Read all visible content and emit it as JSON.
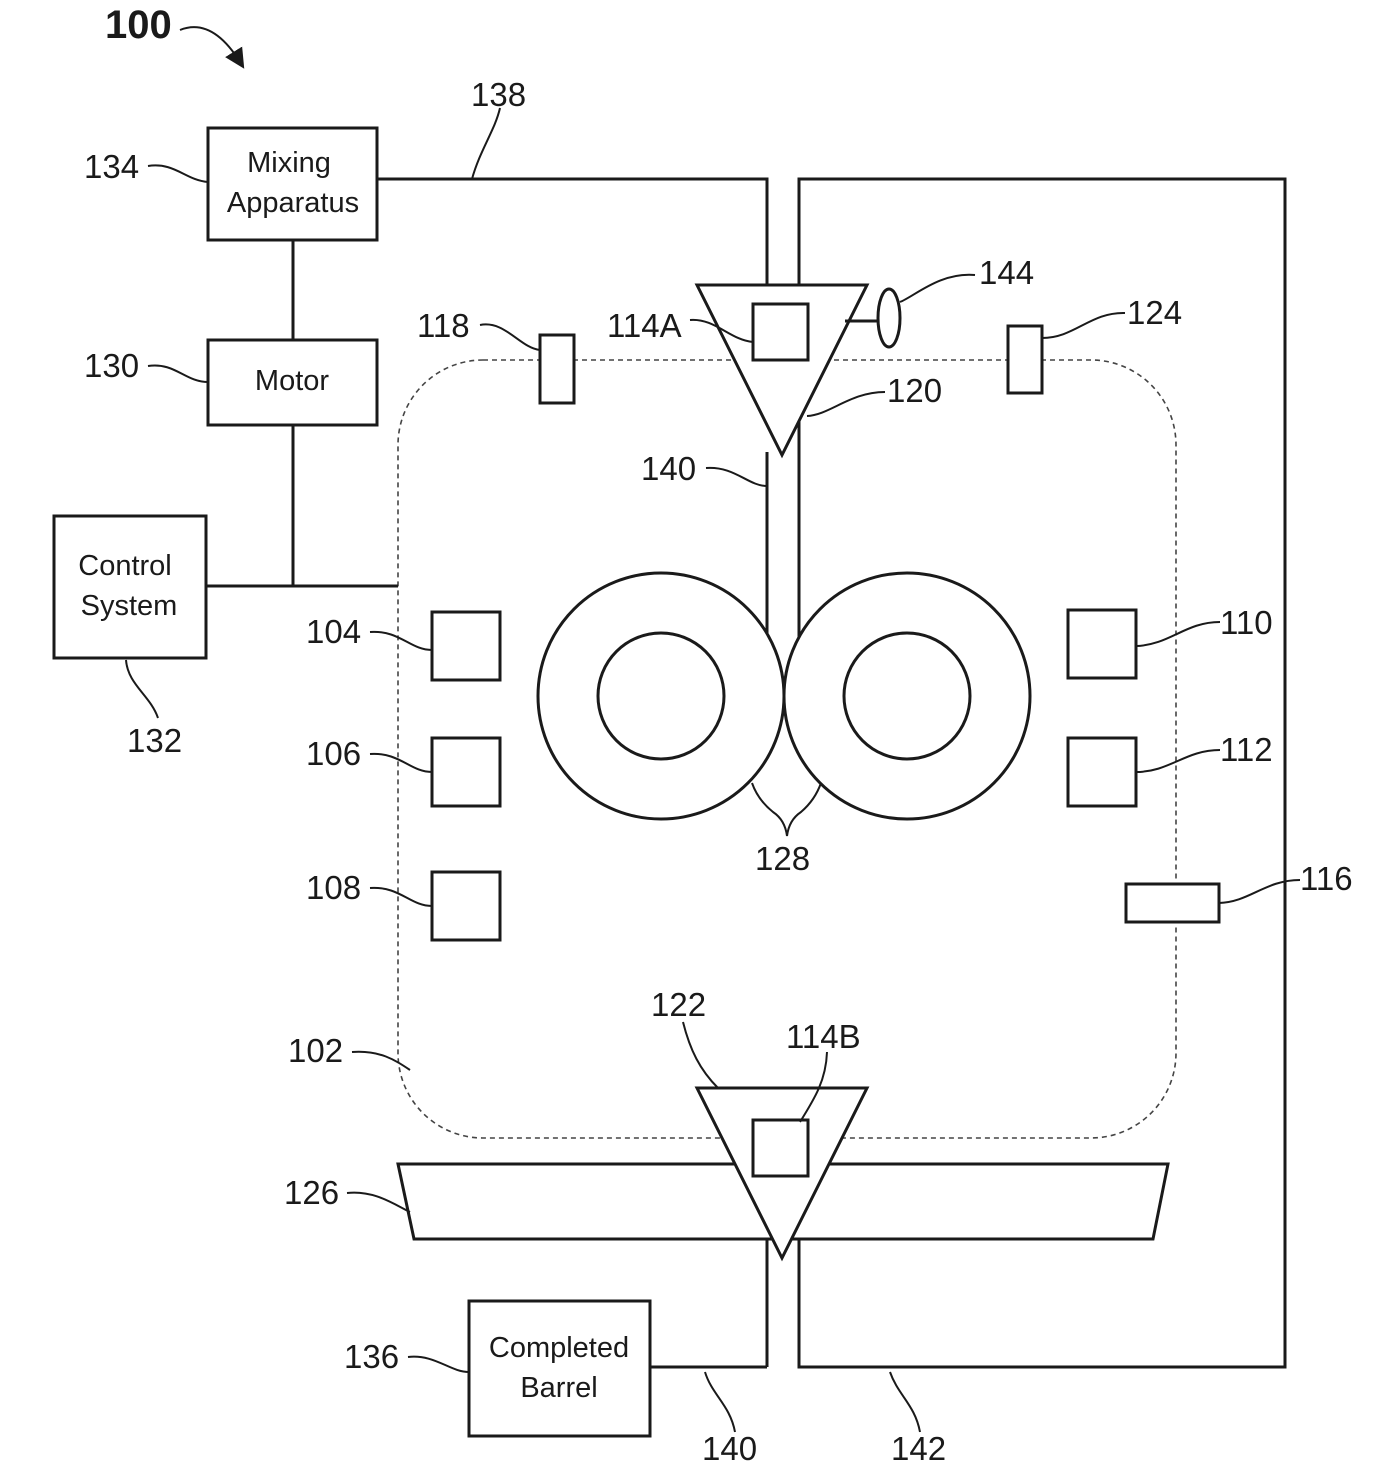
{
  "figure_label": "100",
  "boxes": {
    "mixing": {
      "line1": "Mixing",
      "line2": "Apparatus"
    },
    "motor": {
      "line1": "Motor"
    },
    "control": {
      "line1": "Control",
      "line2": "System"
    },
    "barrel": {
      "line1": "Completed",
      "line2": "Barrel"
    }
  },
  "refs": {
    "r102": "102",
    "r104": "104",
    "r106": "106",
    "r108": "108",
    "r110": "110",
    "r112": "112",
    "r114a": "114A",
    "r114b": "114B",
    "r116": "116",
    "r118": "118",
    "r120": "120",
    "r122": "122",
    "r124": "124",
    "r126": "126",
    "r128": "128",
    "r130": "130",
    "r132": "132",
    "r134": "134",
    "r136": "136",
    "r138": "138",
    "r140_top": "140",
    "r140_bottom": "140",
    "r142": "142",
    "r144": "144"
  }
}
